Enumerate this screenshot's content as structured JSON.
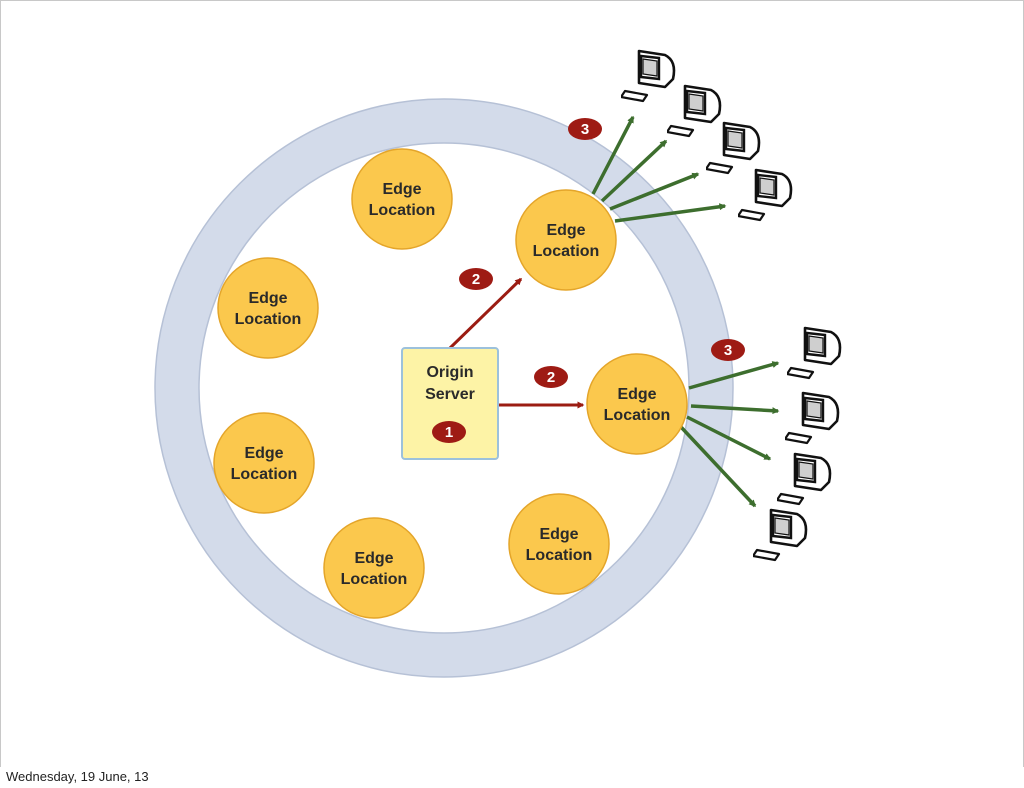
{
  "colors": {
    "ring": "#d3dbea",
    "ring_stroke": "#b6c1d6",
    "edge_node": "#fbc84d",
    "edge_node_stroke": "#e4a52a",
    "server_box": "#fdf3a6",
    "server_box_stroke": "#9cc1dc",
    "badge": "#9e1b14",
    "origin_arrow": "#9b1c12",
    "client_arrow": "#3d6e2e"
  },
  "diagram": {
    "edge_nodes": [
      {
        "label_line1": "Edge",
        "label_line2": "Location"
      },
      {
        "label_line1": "Edge",
        "label_line2": "Location"
      },
      {
        "label_line1": "Edge",
        "label_line2": "Location"
      },
      {
        "label_line1": "Edge",
        "label_line2": "Location"
      },
      {
        "label_line1": "Edge",
        "label_line2": "Location"
      },
      {
        "label_line1": "Edge",
        "label_line2": "Location"
      },
      {
        "label_line1": "Edge",
        "label_line2": "Location"
      }
    ],
    "origin_server": {
      "label_line1": "Origin",
      "label_line2": "Server",
      "badge": "1"
    },
    "origin_badges": [
      "2",
      "2"
    ],
    "client_badges": [
      "3",
      "3"
    ],
    "client_icon": "computer-terminal-icon"
  },
  "footer": {
    "date": "Wednesday, 19 June, 13"
  }
}
